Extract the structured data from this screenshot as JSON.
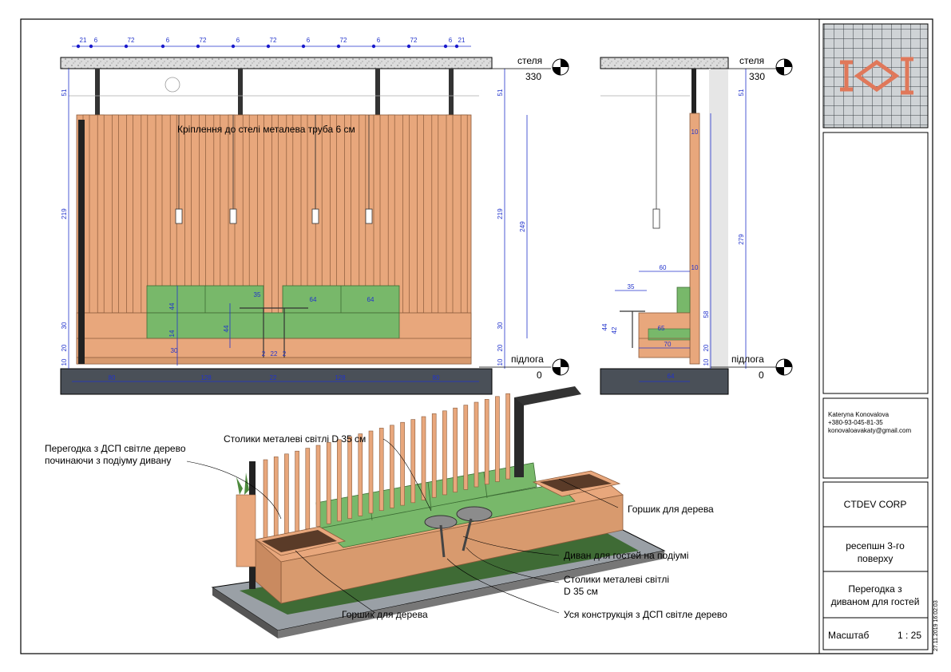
{
  "plan_dims_top": [
    "21",
    "6",
    "72",
    "6",
    "72",
    "6",
    "72",
    "6",
    "72",
    "6",
    "72",
    "6",
    "21"
  ],
  "plan_dims_bottom": [
    "80",
    "128",
    "22",
    "128",
    "80"
  ],
  "plan_dims_left": [
    "51",
    "219",
    "30",
    "20",
    "10"
  ],
  "plan_dims_inner": [
    "44",
    "14",
    "30",
    "44",
    "35",
    "64",
    "64",
    "2",
    "22",
    "2"
  ],
  "plan_dims_right": [
    "51",
    "219",
    "30",
    "20",
    "10",
    "249"
  ],
  "side_dims": [
    "51",
    "10",
    "279",
    "60",
    "10",
    "35",
    "58",
    "44",
    "42",
    "65",
    "70",
    "20",
    "10",
    "64"
  ],
  "ceiling_label": "стеля",
  "ceiling_level": "330",
  "floor_label": "підлога",
  "floor_level": "0",
  "note_ceiling_mount": "Кріплення до стелі металева труба 6 см",
  "notes_iso": {
    "partition_line1": "Перегодка з ДСП світле дерево",
    "partition_line2": "починаючи з подіуму дивану",
    "tables_top": "Столики металеві світлі D 35 см",
    "pot_right": "Горшик для дерева",
    "sofa": "Диван для гостей на подіумі",
    "tables_line1": "Столики металеві світлі",
    "tables_line2": "D 35 см",
    "pot_bottom": "Горшик для дерева",
    "construction": "Уся конструкція з ДСП світле дерево"
  },
  "title_block": {
    "designer_name": "Kateryna Konovalova",
    "designer_phone": "+380-93-045-81-35",
    "designer_email": "konovaloavakaty@gmail.com",
    "company": "CTDEV CORP",
    "project_line1": "ресепшн 3-го",
    "project_line2": "поверху",
    "drawing_line1": "Перегодка з",
    "drawing_line2": "диваном для гостей",
    "scale_label": "Масштаб",
    "scale_value": "1 : 25",
    "date": "27.11.2019 16:02:03"
  },
  "colors": {
    "wood": "#e8a77c",
    "wood_dark": "#c98a60",
    "sofa": "#78b86a",
    "sofa_dark": "#5b9a50",
    "concrete": "#d6d6d6",
    "floor": "#4a5058",
    "dim": "#2233cc",
    "grass": "#3f6b35"
  }
}
